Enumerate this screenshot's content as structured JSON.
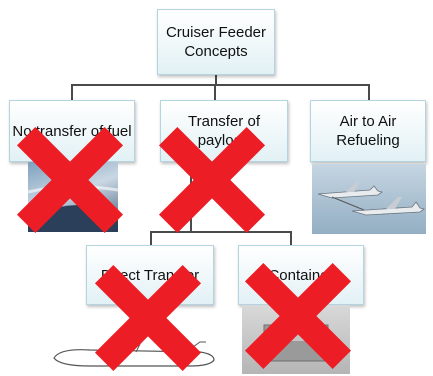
{
  "root": {
    "label": "Cruiser Feeder Concepts"
  },
  "level1": [
    {
      "label": "No transfer of fuel",
      "crossed_out": true
    },
    {
      "label": "Transfer of payload",
      "crossed_out": true
    },
    {
      "label": "Air to Air Refueling",
      "crossed_out": false
    }
  ],
  "level2": [
    {
      "label": "Direct Transfer",
      "crossed_out": true
    },
    {
      "label": "Container",
      "crossed_out": true
    }
  ],
  "colors": {
    "cross": "#ec1d24",
    "box_fill": "#e2f1f5",
    "box_border": "#b4d5df",
    "connector": "#4a4a4a"
  }
}
